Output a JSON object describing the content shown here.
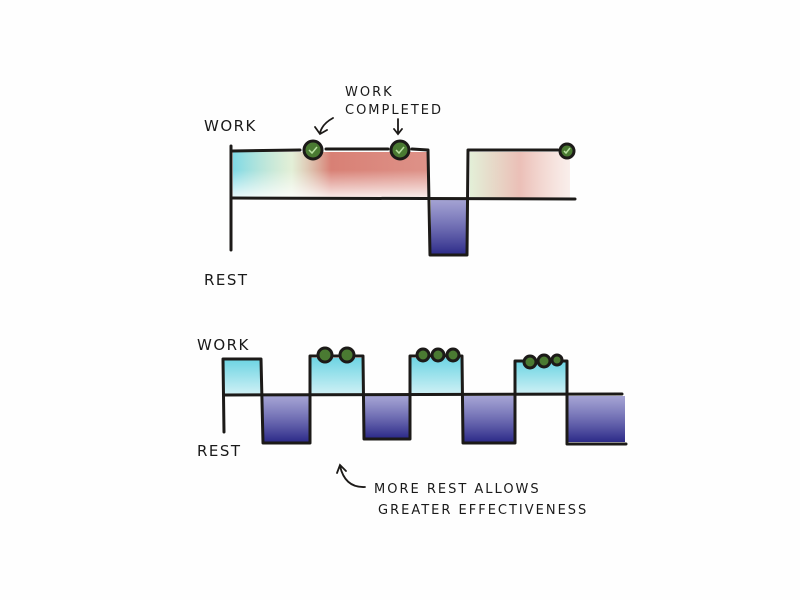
{
  "top_diagram": {
    "work_label": "WORK",
    "rest_label": "REST",
    "annotation_line1": "WORK",
    "annotation_line2": "COMPLETED"
  },
  "bottom_diagram": {
    "work_label": "WORK",
    "rest_label": "REST",
    "annotation_line1": "MORE REST ALLOWS",
    "annotation_line2": "GREATER EFFECTIVENESS"
  },
  "colors": {
    "work_fill_cyan": "#5fd0e0",
    "work_fill_red": "#c84a3a",
    "work_fill_green": "#c8e0b0",
    "rest_fill": "#2c2a88",
    "completed_dot": "#4a7a32"
  }
}
